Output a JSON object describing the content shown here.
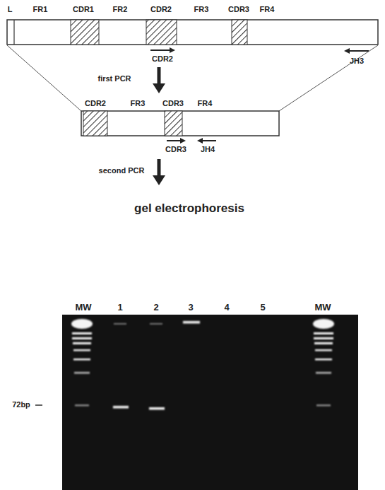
{
  "diagram": {
    "labels": [
      "L",
      "FR1",
      "CDR1",
      "FR2",
      "CDR2",
      "FR3",
      "CDR3",
      "FR4",
      "CDR2",
      "JH3",
      "first PCR",
      "CDR2",
      "FR3",
      "CDR3",
      "FR4",
      "CDR3",
      "JH4",
      "second PCR",
      "gel electrophoresis",
      "MW",
      "1",
      "2",
      "3",
      "4",
      "5",
      "MW",
      "72bp"
    ]
  }
}
